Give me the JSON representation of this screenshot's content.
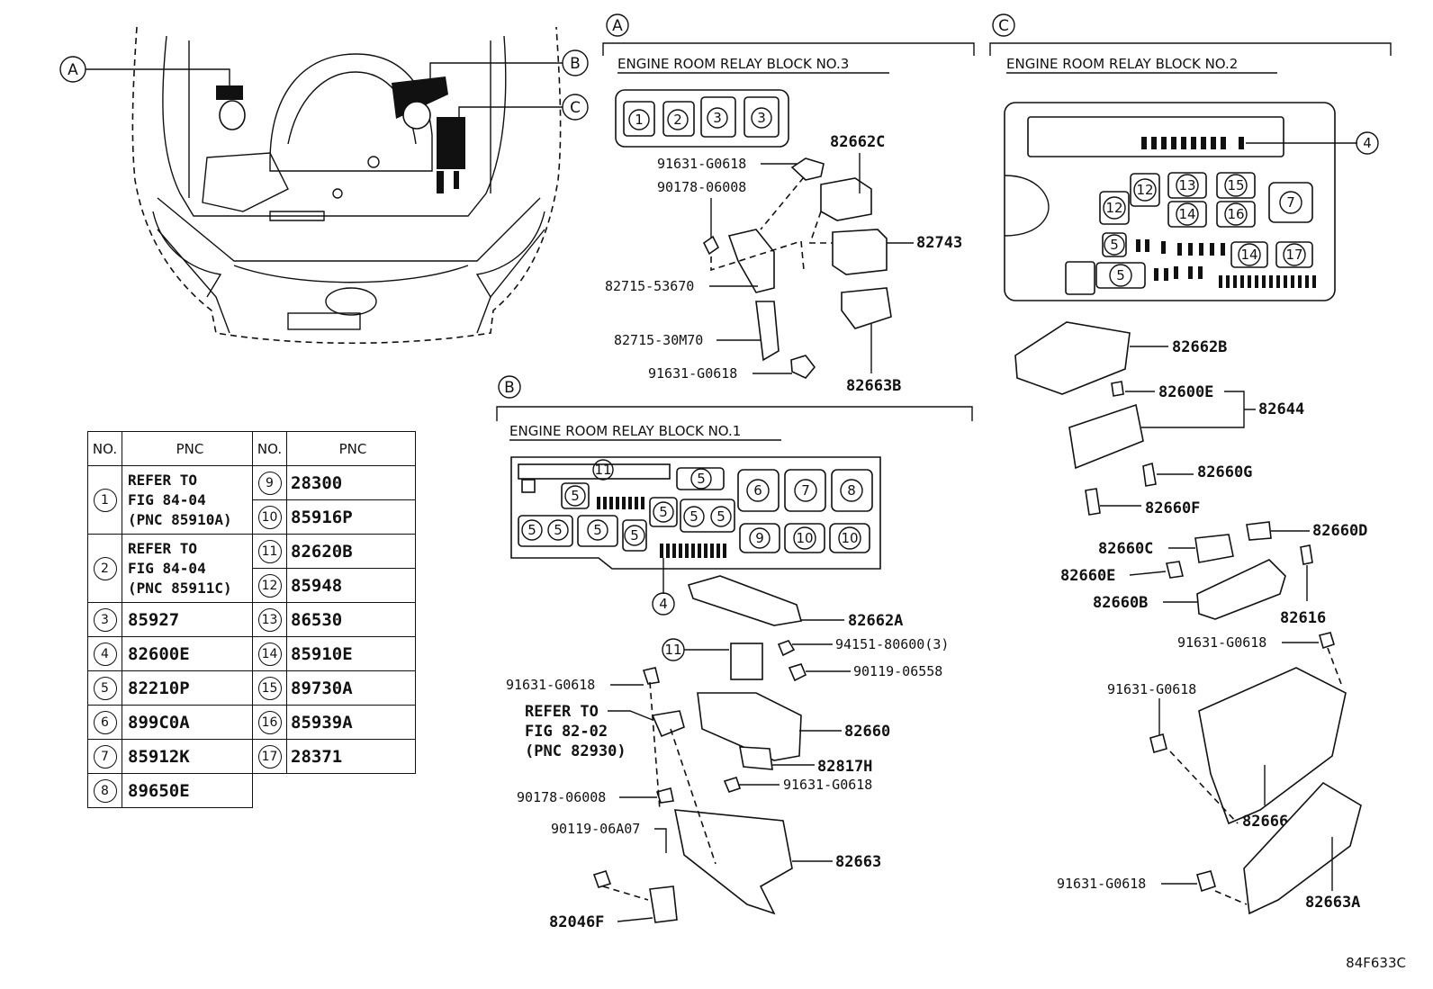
{
  "sections": {
    "a": {
      "label": "A",
      "title": "ENGINE ROOM RELAY BLOCK NO.3"
    },
    "b": {
      "label": "B",
      "title": "ENGINE ROOM RELAY BLOCK NO.1"
    },
    "c": {
      "label": "C",
      "title": "ENGINE ROOM RELAY BLOCK NO.2"
    }
  },
  "car_callouts": [
    "A",
    "B",
    "C"
  ],
  "parts_a": [
    "82662C",
    "91631-G0618",
    "90178-06008",
    "82743",
    "82715-53670",
    "82715-30M70",
    "91631-G0618",
    "82663B"
  ],
  "parts_b": [
    "82662A",
    "94151-80600(3)",
    "90119-06558",
    "91631-G0618",
    "REFER TO",
    "FIG 82-02",
    "(PNC 82930)",
    "82660",
    "82817H",
    "91631-G0618",
    "90178-06008",
    "90119-06A07",
    "82663",
    "82046F"
  ],
  "parts_c": [
    "82662B",
    "82600E",
    "82644",
    "82660G",
    "82660F",
    "82660D",
    "82660C",
    "82660E",
    "82660B",
    "82616",
    "91631-G0618",
    "91631-G0618",
    "82666",
    "91631-G0618",
    "82663A"
  ],
  "callout_nums": [
    "1",
    "2",
    "3",
    "4",
    "5",
    "6",
    "7",
    "8",
    "9",
    "10",
    "11",
    "12",
    "13",
    "14",
    "15",
    "16",
    "17"
  ],
  "table": {
    "headers": [
      "NO.",
      "PNC",
      "NO.",
      "PNC"
    ],
    "left": [
      {
        "no": "1",
        "pnc": [
          "REFER TO",
          "FIG 84-04",
          "(PNC 85910A)"
        ]
      },
      {
        "no": "2",
        "pnc": [
          "REFER TO",
          "FIG 84-04",
          "(PNC 85911C)"
        ]
      },
      {
        "no": "3",
        "pnc": "85927"
      },
      {
        "no": "4",
        "pnc": "82600E"
      },
      {
        "no": "5",
        "pnc": "82210P"
      },
      {
        "no": "6",
        "pnc": "899C0A"
      },
      {
        "no": "7",
        "pnc": "85912K"
      },
      {
        "no": "8",
        "pnc": "89650E"
      }
    ],
    "right": [
      {
        "no": "9",
        "pnc": "28300"
      },
      {
        "no": "10",
        "pnc": "85916P"
      },
      {
        "no": "11",
        "pnc": "82620B"
      },
      {
        "no": "12",
        "pnc": "85948"
      },
      {
        "no": "13",
        "pnc": "86530"
      },
      {
        "no": "14",
        "pnc": "85910E"
      },
      {
        "no": "15",
        "pnc": "89730A"
      },
      {
        "no": "16",
        "pnc": "85939A"
      },
      {
        "no": "17",
        "pnc": "28371"
      }
    ]
  },
  "figure_code": "84F633C"
}
